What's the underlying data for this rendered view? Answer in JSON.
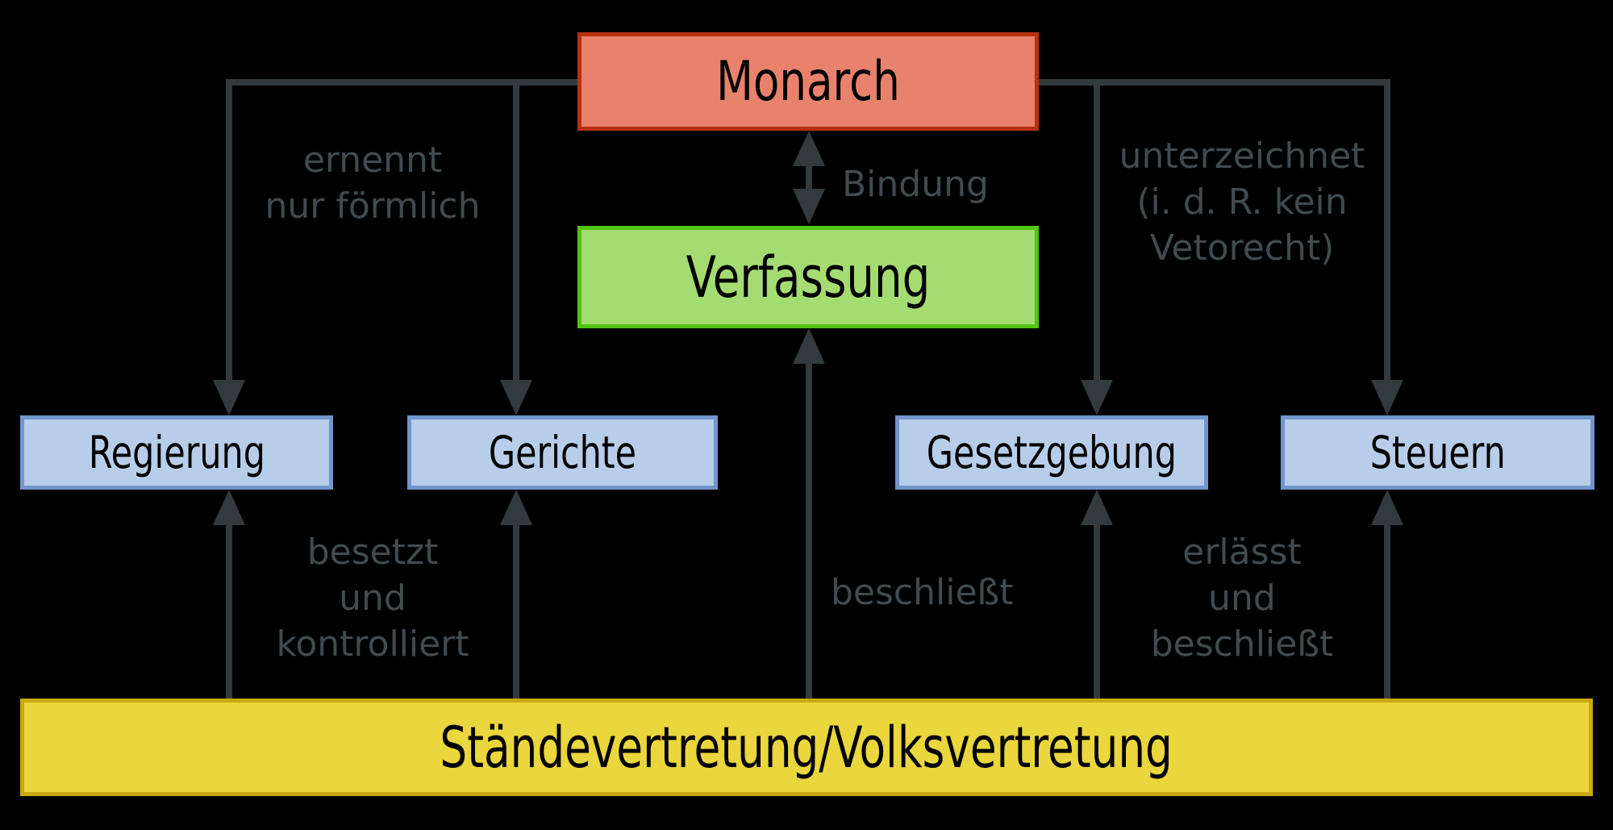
{
  "nodes": {
    "monarch": {
      "label": "Monarch",
      "fill": "#e8826c",
      "border": "#b63110"
    },
    "verfassung": {
      "label": "Verfassung",
      "fill": "#a5dc72",
      "border": "#53c414"
    },
    "regierung": {
      "label": "Regierung",
      "fill": "#b8cde9",
      "border": "#7295cd"
    },
    "gerichte": {
      "label": "Gerichte",
      "fill": "#b8cde9",
      "border": "#7295cd"
    },
    "gesetzgebung": {
      "label": "Gesetzgebung",
      "fill": "#b8cde9",
      "border": "#7295cd"
    },
    "steuern": {
      "label": "Steuern",
      "fill": "#b8cde9",
      "border": "#7295cd"
    },
    "staendevertretung": {
      "label": "Ständevertretung/Volksvertretung",
      "fill": "#ead63d",
      "border": "#caa90e"
    }
  },
  "edges": [
    {
      "from": "Monarch",
      "to": "Regierung / Gerichte",
      "direction": "down",
      "lines": [
        "ernennt",
        "nur förmlich"
      ]
    },
    {
      "from": "Monarch",
      "to": "Verfassung",
      "direction": "both",
      "lines": [
        "Bindung"
      ]
    },
    {
      "from": "Monarch",
      "to": "Gesetzgebung / Steuern",
      "direction": "down",
      "lines": [
        "unterzeichnet",
        "(i. d. R. kein",
        "Vetorecht)"
      ]
    },
    {
      "from": "Ständevertretung/Volksvertretung",
      "to": "Regierung / Gerichte",
      "direction": "up",
      "lines": [
        "besetzt",
        "und",
        "kontrolliert"
      ]
    },
    {
      "from": "Ständevertretung/Volksvertretung",
      "to": "Verfassung",
      "direction": "up",
      "lines": [
        "beschließt"
      ]
    },
    {
      "from": "Ständevertretung/Volksvertretung",
      "to": "Gesetzgebung / Steuern",
      "direction": "up",
      "lines": [
        "erlässt",
        "und",
        "beschließt"
      ]
    }
  ],
  "colors": {
    "background": "#000000",
    "connector_line": "#333a3e",
    "edge_label_text": "#414a4f",
    "node_text": "#000000"
  }
}
